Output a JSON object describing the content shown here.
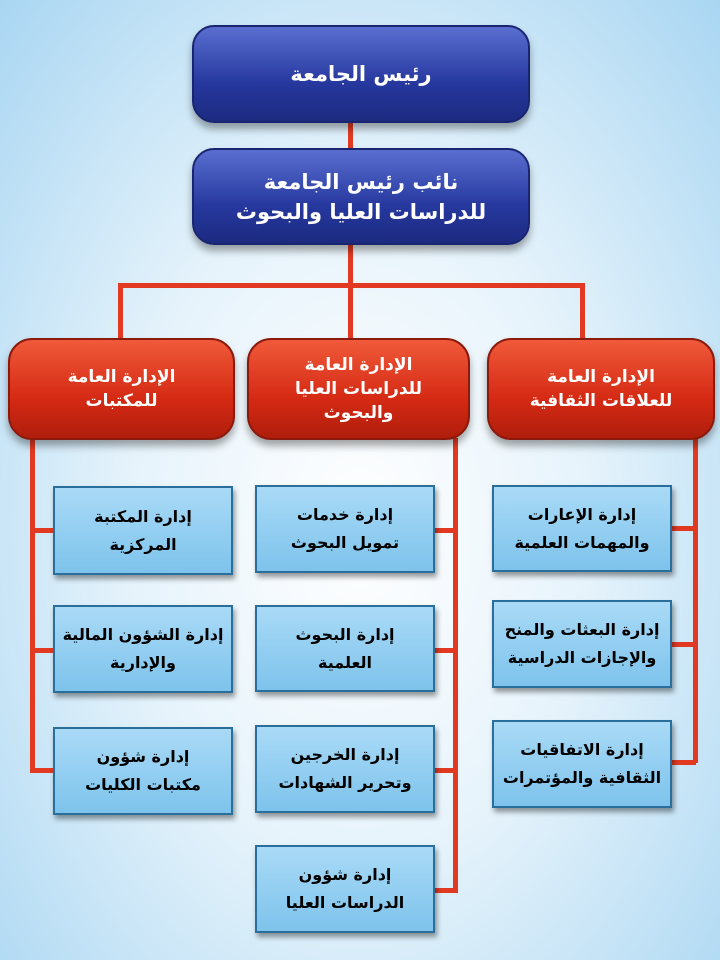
{
  "president": "رئيس الجامعة",
  "vice_president": "نائب رئيس الجامعة\nللدراسات العليا والبحوث",
  "departments": [
    {
      "title": "الإدارة العامة\nللعلاقات الثقافية",
      "units": [
        "إدارة الإعارات\nوالمهمات العلمية",
        "إدارة البعثات والمنح\nوالإجازات الدراسية",
        "إدارة الاتفاقيات\nالثقافية والمؤتمرات"
      ]
    },
    {
      "title": "الإدارة العامة\nللدراسات العليا\nوالبحوث",
      "units": [
        "إدارة خدمات\nتمويل البحوث",
        "إدارة البحوث\nالعلمية",
        "إدارة الخرجين\nوتحرير الشهادات",
        "إدارة شؤون\nالدراسات العليا"
      ]
    },
    {
      "title": "الإدارة العامة\nللمكتبات",
      "units": [
        "إدارة المكتبة\nالمركزية",
        "إدارة الشؤون المالية\nوالإدارية",
        "إدارة شؤون\nمكتبات الكليات"
      ]
    }
  ],
  "colors": {
    "line": "#e23a22",
    "blue": "#26389e",
    "red": "#d52a14",
    "unit": "#8fcbef"
  }
}
